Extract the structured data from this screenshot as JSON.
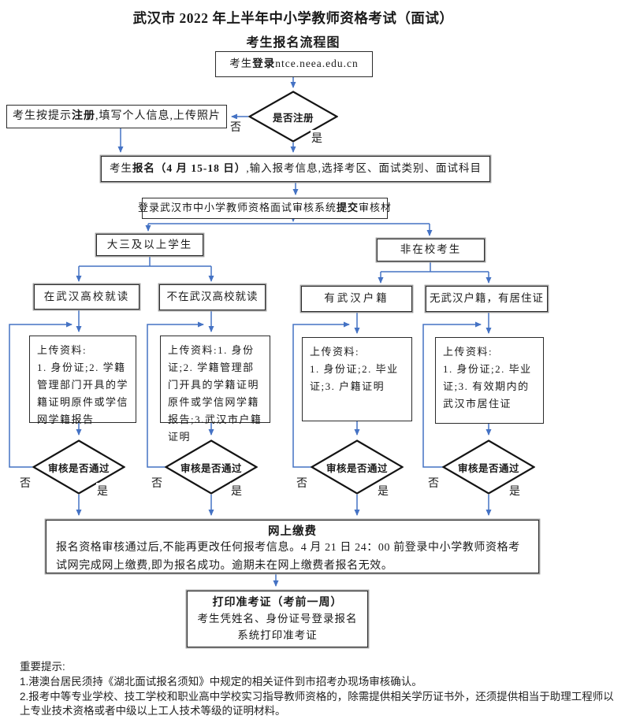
{
  "title": {
    "line1": "武汉市 2022 年上半年中小学教师资格考试（面试）",
    "line2": "考生报名流程图"
  },
  "flow": {
    "login": {
      "segments": [
        {
          "t": "考生"
        },
        {
          "t": "登录",
          "b": true
        },
        {
          "t": " ntce.neea.edu.cn"
        }
      ]
    },
    "register_decision": {
      "label": "是否注册",
      "no_label": "否",
      "yes_label": "是"
    },
    "register": {
      "segments": [
        {
          "t": "考生按提示"
        },
        {
          "t": "注册",
          "b": true
        },
        {
          "t": ",填写个人信息,上传照片"
        }
      ]
    },
    "apply": {
      "segments": [
        {
          "t": "考生"
        },
        {
          "t": "报名（4 月 15-18 日）",
          "b": true
        },
        {
          "t": ",输入报考信息,选择考区、面试类别、面试科目"
        }
      ]
    },
    "submit": {
      "segments": [
        {
          "t": "登录武汉市中小学教师资格面试审核系统"
        },
        {
          "t": "提交",
          "b": true
        },
        {
          "t": "审核材"
        }
      ]
    },
    "branches": {
      "students": "大三及以上学生",
      "non_school": "非在校考生"
    },
    "categories": [
      {
        "label": "在武汉高校就读",
        "upload_lines": [
          "上传资料:",
          "1. 身份证;2. 学籍管理部门开具的学籍证明原件或学信网学籍报告"
        ]
      },
      {
        "label": "不在武汉高校就读",
        "upload_lines": [
          "上传资料:1. 身份证;2. 学籍管理部门开具的学籍证明原件或学信网学籍报告;3.武汉市户籍证明"
        ]
      },
      {
        "label": "有武汉户籍",
        "upload_lines": [
          "上传资料:",
          "1. 身份证;2. 毕业证;3. 户籍证明"
        ]
      },
      {
        "label": "无武汉户籍，有居住证",
        "upload_lines": [
          "上传资料:",
          "1. 身份证;2. 毕业证;3. 有效期内的武汉市居住证"
        ]
      }
    ],
    "review_decision": {
      "label": "审核是否通过",
      "no_label": "否",
      "yes_label": "是"
    },
    "payment": {
      "title": "网上缴费",
      "body": "报名资格审核通过后,不能再更改任何报考信息。4 月 21 日 24：00 前登录中小学教师资格考试网完成网上缴费,即为报名成功。逾期未在网上缴费者报名无效。"
    },
    "print": {
      "title": "打印准考证（考前一周）",
      "body": "考生凭姓名、身份证号登录报名系统打印准考证"
    }
  },
  "notes": {
    "heading": "重要提示:",
    "items": [
      "1.港澳台居民须持《湖北面试报名须知》中规定的相关证件到市招考办现场审核确认。",
      "2.报考中等专业学校、技工学校和职业高中学校实习指导教师资格的，除需提供相关学历证书外，还须提供相当于助理工程师以上专业技术资格或者中级以上工人技术等级的证明材料。"
    ]
  },
  "colors": {
    "arrow": "#4472C4",
    "border": "#2b2b2b"
  }
}
